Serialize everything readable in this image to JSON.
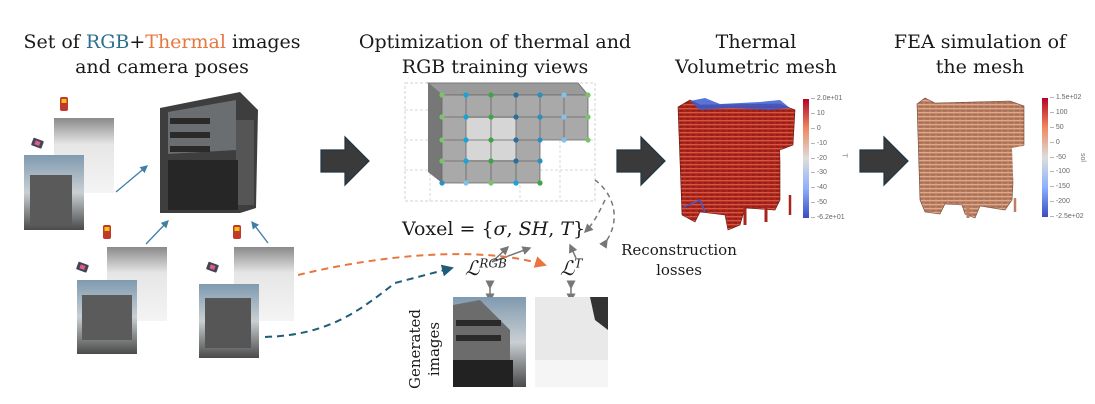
{
  "titles": {
    "inputs": {
      "prefix": "Set of ",
      "rgb": "RGB",
      "plus": "+",
      "thermal": "Thermal",
      "suffix": " images",
      "line2": "and camera poses"
    },
    "optimization": {
      "line1": "Optimization of thermal and",
      "line2": "RGB training views"
    },
    "thermal_mesh": {
      "line1": "Thermal",
      "line2": "Volumetric mesh"
    },
    "fea": {
      "line1": "FEA simulation of",
      "line2": "the mesh"
    }
  },
  "voxel_label": {
    "prefix": "Voxel = {",
    "sigma": "σ",
    "sep1": ", ",
    "sh": "SH",
    "sep2": ", ",
    "t": "T",
    "suffix": "}"
  },
  "losses": {
    "rgb_base": "ℒ",
    "rgb_sup": "RGB",
    "t_base": "ℒ",
    "t_sup": "T"
  },
  "reconstruction_label": {
    "line1": "Reconstruction",
    "line2": "losses"
  },
  "generated_label": {
    "line1": "Generated",
    "line2": "images"
  },
  "colors": {
    "rgb": "#2b6f8e",
    "thermal": "#e8773f",
    "arrow_fill": "#3a3a3a",
    "arrow_stroke": "#1d3646"
  },
  "colorbars": {
    "thermal": {
      "axis_label": "T",
      "ticks": [
        "2.0e+01",
        "10",
        "0",
        "-10",
        "-20",
        "-30",
        "-40",
        "-50",
        "-6.2e+01"
      ]
    },
    "fea": {
      "axis_label": "sol",
      "ticks": [
        "1.5e+02",
        "100",
        "50",
        "0",
        "-50",
        "-100",
        "-150",
        "-200",
        "-2.5e+02"
      ]
    }
  },
  "icons": {
    "thermal_camera": "thermal-camera-icon",
    "rgb_camera": "rgb-camera-icon",
    "process_arrow": "block-arrow-right-icon"
  }
}
